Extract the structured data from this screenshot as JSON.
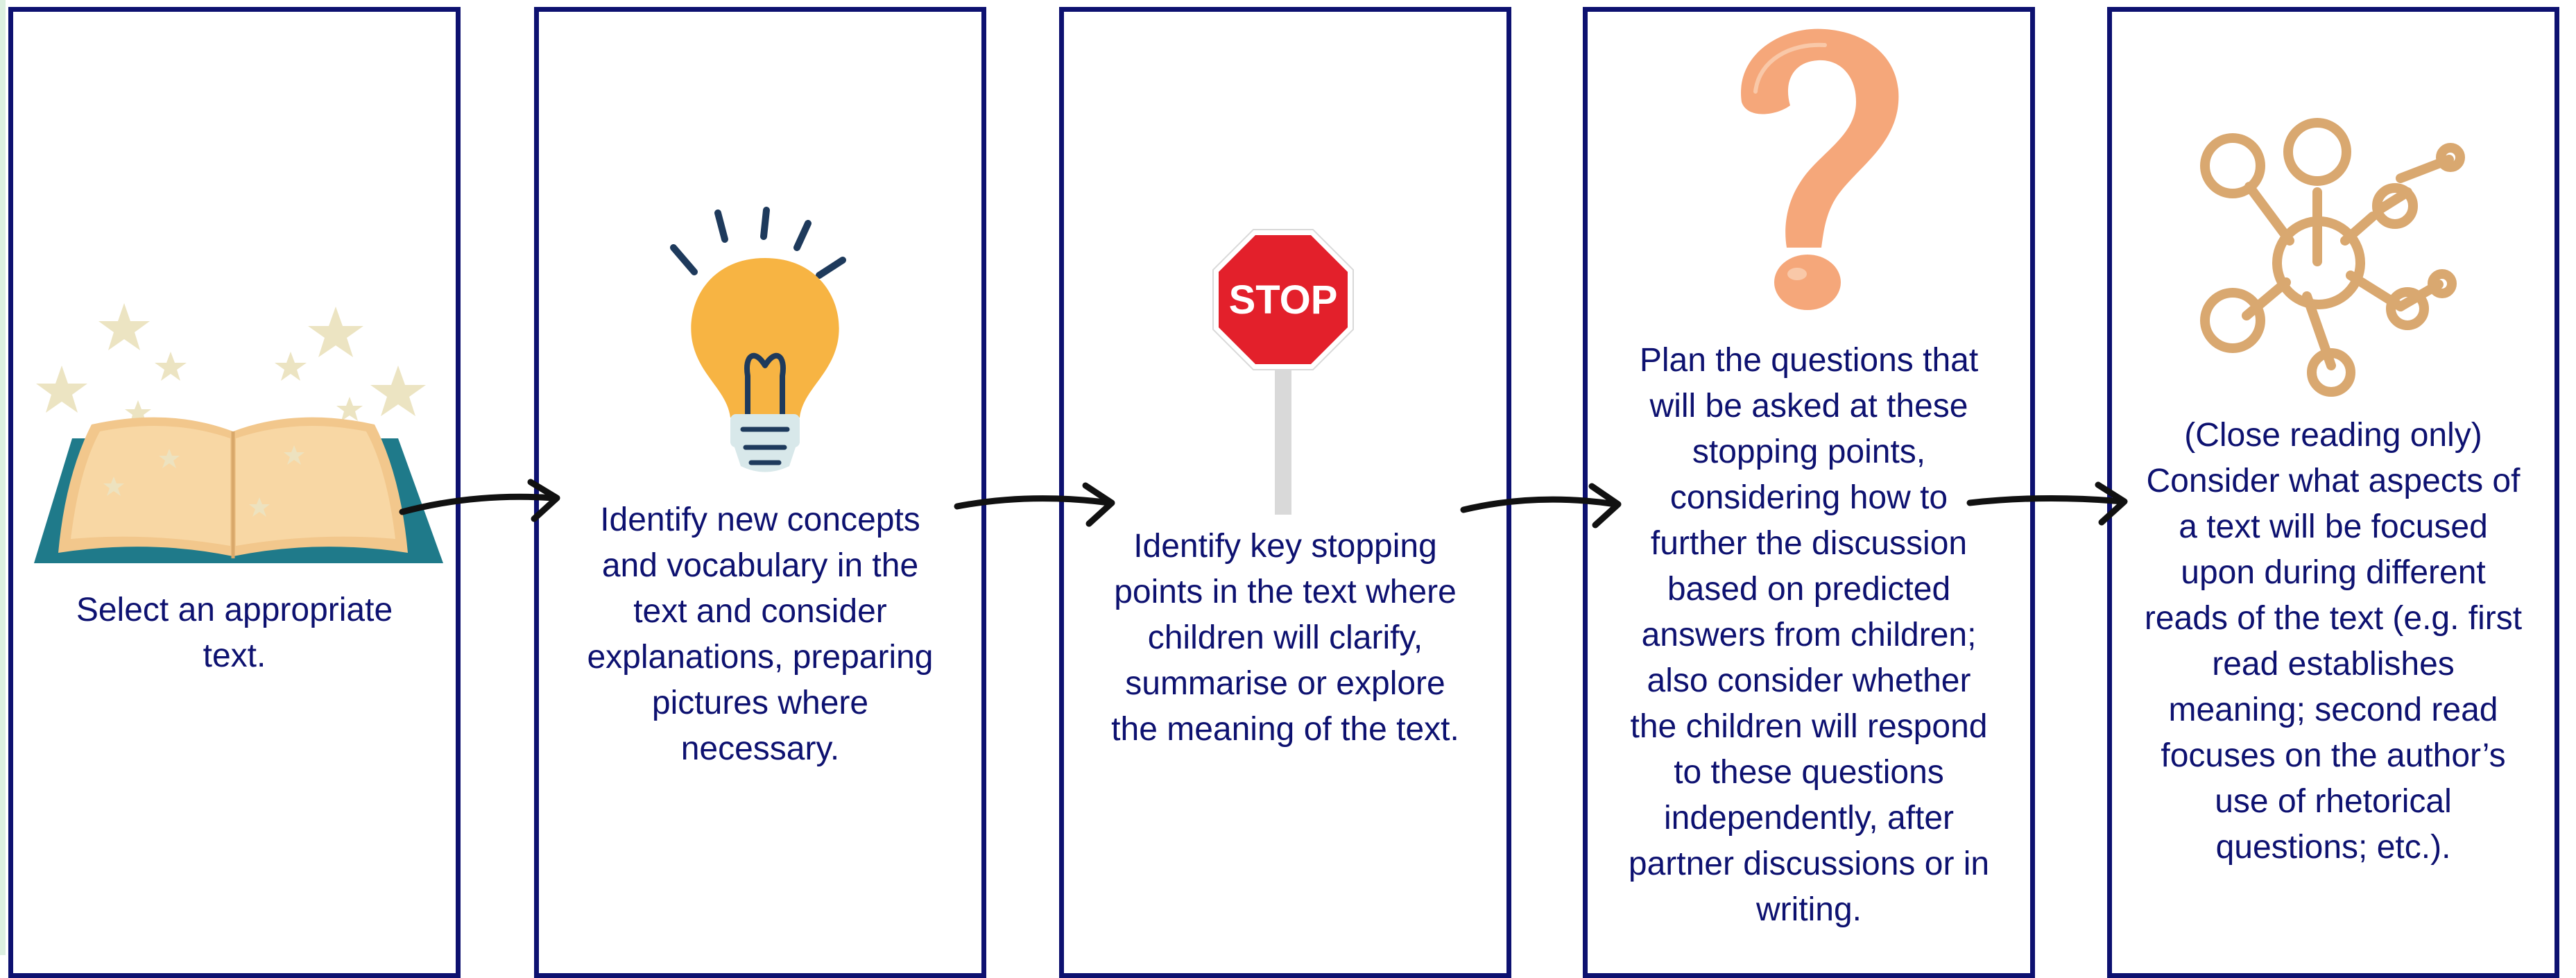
{
  "steps": [
    {
      "icon": "open-book-icon",
      "lines": [
        "Select an appropriate",
        "text."
      ]
    },
    {
      "icon": "lightbulb-icon",
      "lines": [
        "Identify new concepts",
        "and vocabulary in the",
        "text and consider",
        "explanations, preparing",
        "pictures where",
        "necessary."
      ]
    },
    {
      "icon": "stop-sign-icon",
      "sign_text": "STOP",
      "lines": [
        "Identify key stopping",
        "points in the text where",
        "children will clarify,",
        "summarise or explore",
        "the meaning of the text."
      ]
    },
    {
      "icon": "question-mark-icon",
      "lines": [
        "Plan the questions that",
        "will be asked at these",
        "stopping points,",
        "considering how to",
        "further the discussion",
        "based on predicted",
        "answers from children;",
        "also consider whether",
        "the children will respond",
        "to these questions",
        "independently, after",
        "partner discussions or in",
        "writing."
      ]
    },
    {
      "icon": "network-nodes-icon",
      "lines": [
        "(Close reading only)",
        "Consider what aspects of",
        "a text will be focused",
        "upon during different",
        "reads of the text (e.g. first",
        "read establishes",
        "meaning; second read",
        "focuses on the author’s",
        "use of rhetorical",
        "questions; etc.)."
      ]
    }
  ],
  "colors": {
    "border": "#0d1170",
    "text": "#0d1170",
    "arrow": "#111111",
    "bulb": "#f7b443",
    "stop": "#e3202b",
    "question": "#f5a77a",
    "network": "#d9a870",
    "book_cover": "#1f7a8a",
    "book_pages": "#f8d7a4",
    "stars": "#ece4c2"
  }
}
